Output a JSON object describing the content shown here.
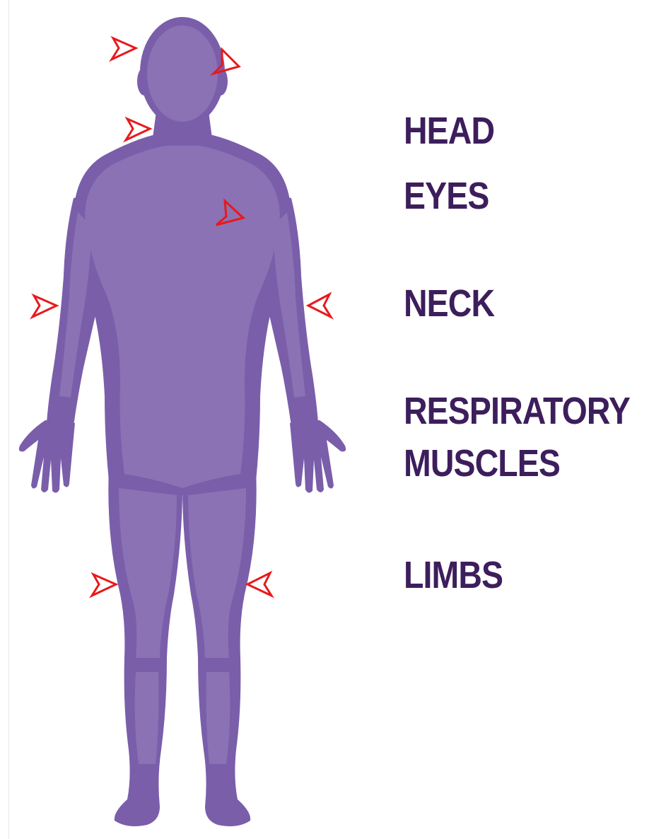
{
  "labels": {
    "head": "HEAD",
    "eyes": "EYES",
    "neck": "NECK",
    "respiratory_line1": "RESPIRATORY",
    "respiratory_line2": "MUSCLES",
    "limbs": "LIMBS"
  },
  "colors": {
    "body_outline": "#7a5eaa",
    "body_fill": "#8a72b4",
    "label_text": "#3d1e5c",
    "marker": "#e8191c"
  },
  "icons": {
    "marker": "red-arrowhead-outline"
  }
}
